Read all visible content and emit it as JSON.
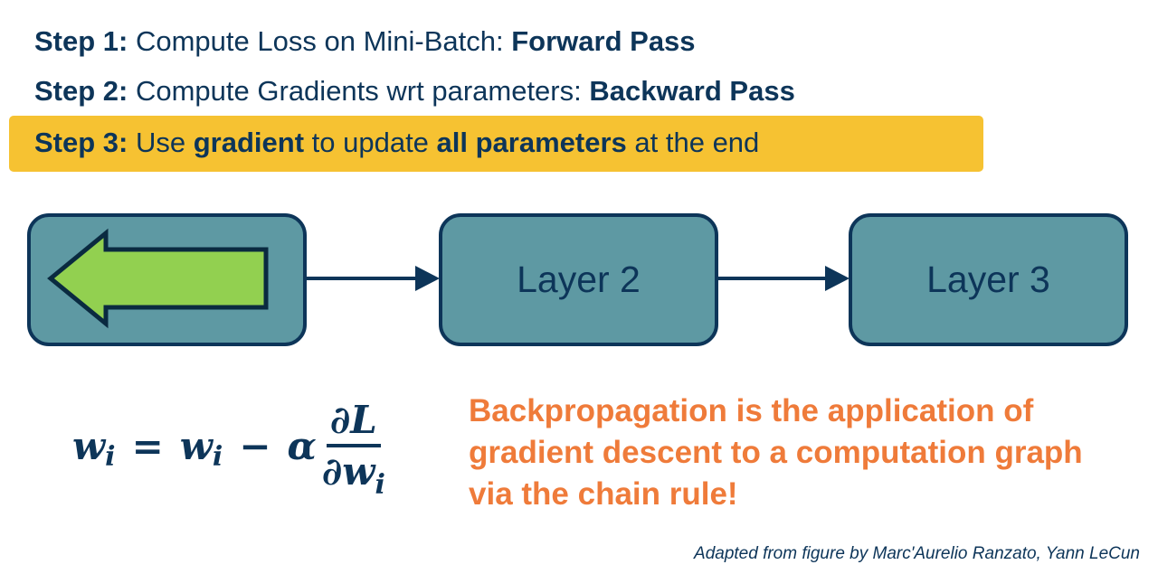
{
  "steps": [
    {
      "label": "Step 1:",
      "parts": [
        "Compute Loss on Mini-Batch: ",
        "Forward Pass"
      ]
    },
    {
      "label": "Step 2:",
      "parts": [
        "Compute Gradients wrt parameters: ",
        "Backward Pass"
      ]
    },
    {
      "label": "Step 3:",
      "parts": [
        "Use ",
        "gradient",
        " to update ",
        "all parameters",
        " at the end"
      ]
    }
  ],
  "highlight_color": "#f6c232",
  "diagram": {
    "nodes": [
      {
        "label": "",
        "icon": "left-arrow-icon"
      },
      {
        "label": "Layer 2"
      },
      {
        "label": "Layer 3"
      }
    ],
    "node_color": "#5e99a3",
    "arrow_color": "#0d3559",
    "back_arrow_color": "#92d050"
  },
  "formula": {
    "lhs": "w",
    "lhs_sub": "i",
    "equals": "=",
    "w": "w",
    "w_sub": "i",
    "minus": "−",
    "alpha": "α",
    "numerator": "∂L",
    "denominator": "∂w",
    "denominator_sub": "i"
  },
  "statement": "Backpropagation is the application of gradient descent to a computation graph via the chain rule!",
  "statement_color": "#ef7b3a",
  "credit": "Adapted from figure by Marc'Aurelio Ranzato, Yann LeCun"
}
